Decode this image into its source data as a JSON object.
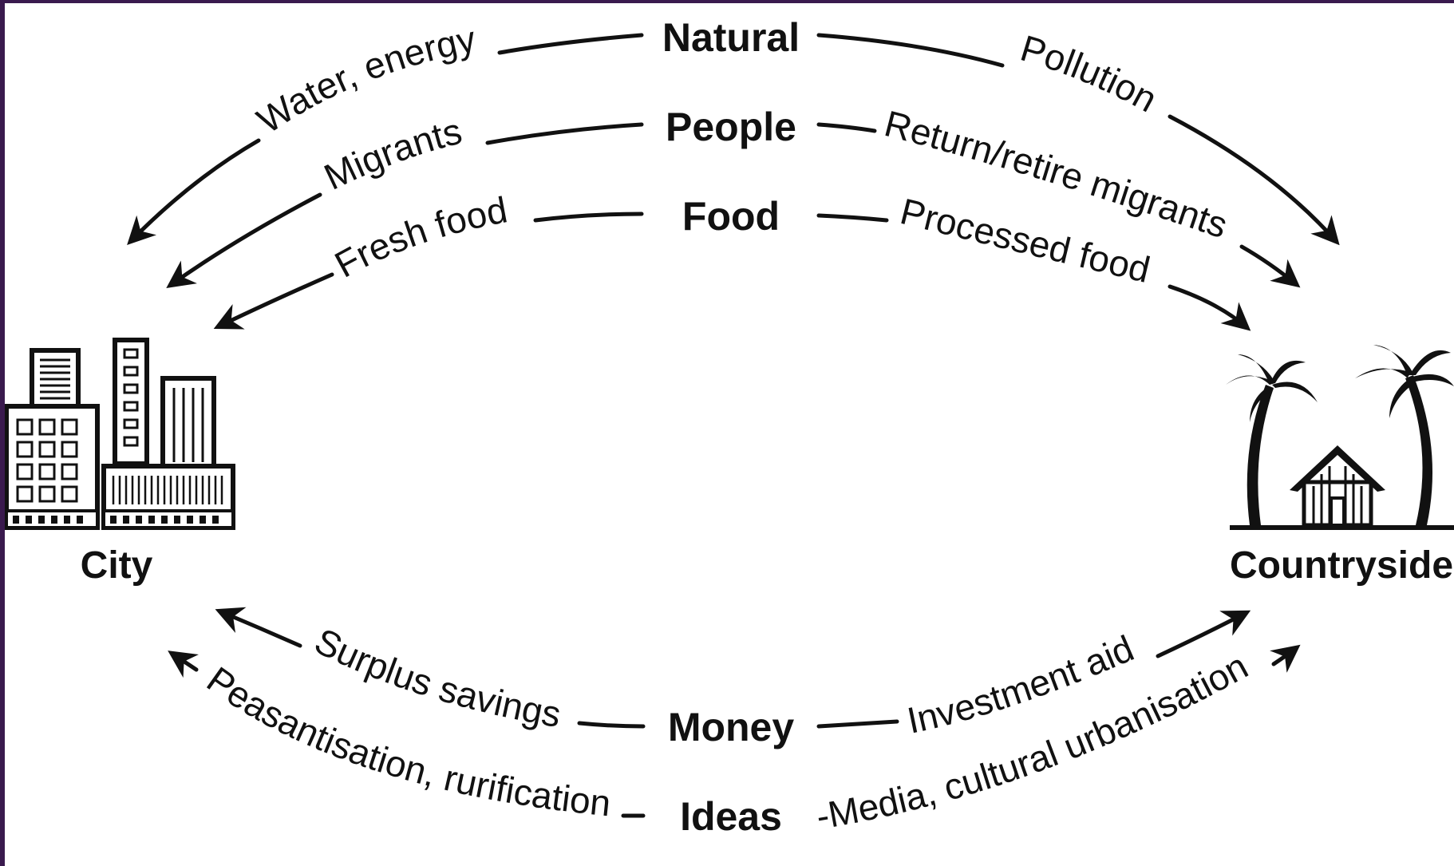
{
  "categories": {
    "natural": "Natural",
    "people": "People",
    "food": "Food",
    "money": "Money",
    "ideas": "Ideas"
  },
  "flows": {
    "water_energy": "Water, energy",
    "pollution": "Pollution",
    "migrants": "Migrants",
    "return_retire_migrants": "Return/retire migrants",
    "fresh_food": "Fresh food",
    "processed_food": "Processed food",
    "surplus_savings": "Surplus savings",
    "investment_aid": "Investment aid",
    "peasantisation": "Peasantisation, rurification",
    "media_urbanisation": "-Media, cultural urbanisation"
  },
  "places": {
    "city": "City",
    "countryside": "Countryside"
  },
  "icons": {
    "city": "city-buildings-icon",
    "countryside": "palm-trees-hut-icon"
  },
  "colors": {
    "frame_accent": "#3a1a4e",
    "ink": "#111111"
  }
}
